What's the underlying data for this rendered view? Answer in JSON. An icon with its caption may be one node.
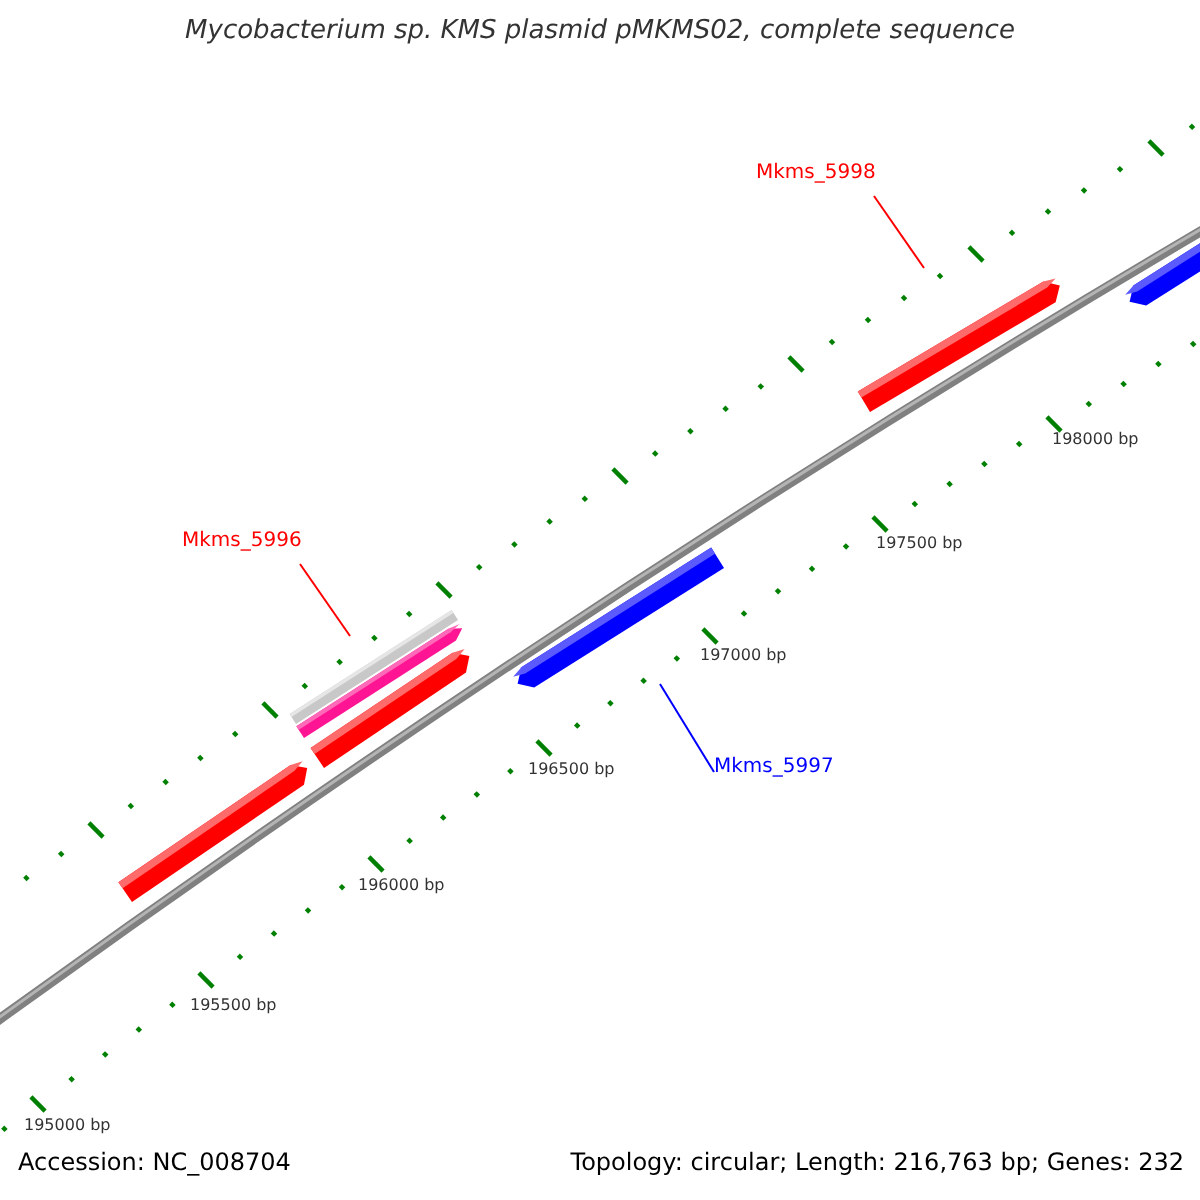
{
  "diagram": {
    "title": "Mycobacterium sp. KMS plasmid pMKMS02, complete sequence",
    "nodes": [
      {
        "text": [
          "Mkms_5998"
        ]
      },
      {
        "text": [
          "Mkms_5996"
        ]
      },
      {
        "text": [
          "Mkms_5997"
        ]
      },
      {
        "text": [],
        "shape": "bar"
      },
      {
        "text": [],
        "shape": "bar"
      },
      {
        "text": [],
        "shape": "bar"
      },
      {
        "text": [],
        "shape": "bar"
      },
      {
        "text": [],
        "shape": "bar"
      },
      {
        "text": [],
        "shape": "bar"
      },
      {
        "text": [],
        "shape": "bar"
      }
    ],
    "edges": [
      {
        "from": 0,
        "to": 8,
        "arrow": "none"
      },
      {
        "from": 1,
        "to": 5,
        "arrow": "none"
      },
      {
        "from": 2,
        "to": 7,
        "arrow": "none",
        "color": "#0000ff"
      }
    ],
    "labels": [
      "198000 bp",
      "197500 bp",
      "197000 bp",
      "196500 bp",
      "196000 bp",
      "195500 bp",
      "195000 bp",
      "Accession: NC_008704",
      "Topology: circular; Length: 216,763 bp; Genes: 232"
    ]
  }
}
